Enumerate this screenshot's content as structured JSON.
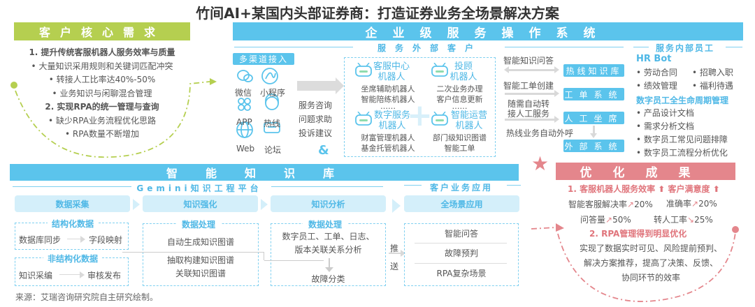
{
  "title": "竹间AI+某国内头部证券商：打造证券业务全场景解决方案",
  "needs": {
    "header": "客户核心需求",
    "h1": "1. 提升传统客服机器人服务效率与质量",
    "b1": "• 大量知识采用规则和关键词匹配冲突",
    "b2": "• 转接人工比率达40%-50%",
    "b3": "• 业务知识与闲聊混合管理",
    "h2": "2. 实现RPA的统一管理与查询",
    "b4": "• 缺少RPA业务流程优化思路",
    "b5": "• RPA数量不断增加"
  },
  "eos": {
    "header": "企业级服务操作系统",
    "external": "服务外部客户",
    "channels_title": "多渠道接入",
    "channels": [
      "微信",
      "小程序",
      "APP",
      "热线",
      "Web",
      "论坛"
    ],
    "services": [
      "服务咨询",
      "问题求助",
      "投诉建议"
    ],
    "amp": "&",
    "robots": [
      {
        "name1": "客服中心",
        "name2": "机器人",
        "items": [
          "坐席辅助机器人",
          "智能陪练机器人"
        ]
      },
      {
        "name1": "投顾",
        "name2": "机器人",
        "items": [
          "二次业务办理",
          "客户信息更新"
        ]
      },
      {
        "name1": "数字服务",
        "name2": "机器人",
        "items": [
          "财富管理机器人",
          "基金托管机器人"
        ]
      },
      {
        "name1": "智能运营",
        "name2": "机器人",
        "items": [
          "部门级知识图谱",
          "智能工单"
        ]
      }
    ],
    "ellipsis": "……",
    "flows": [
      "智能知识问答",
      "智能工单创建",
      "随需自动转",
      "接人工服务",
      "热线业务自动外呼"
    ],
    "systems": [
      "热线知识库",
      "工单系统",
      "人工坐席",
      "外部系统"
    ],
    "internal": "服务内部员工",
    "hrbot": "HR Bot",
    "hr_items": [
      "• 劳动合同",
      "• 招聘入职",
      "• 绩效管理",
      "• 福利待遇"
    ],
    "lifecycle": "数字员工全生命周期管理",
    "lc_items": [
      "• 产品设计文档",
      "• 需求分析文档",
      "• 数字员工常见问题排障",
      "• 数字员工流程分析优化"
    ]
  },
  "kb": {
    "header": "智能知识库",
    "platform": "Gemini知识工程平台",
    "app_title": "客户业务应用",
    "steps": [
      "数据采集",
      "知识强化",
      "知识分析",
      "全场景应用"
    ],
    "structured": "结构化数据",
    "s1a": "数据库同步",
    "s1b": "字段映射",
    "unstructured": "非结构化数据",
    "s2a": "知识采编",
    "s2b": "审核发布",
    "proc": "数据处理",
    "p1": "自动生成知识图谱",
    "p2": "抽取构建知识图谱",
    "p3": "关联知识图谱",
    "proc2": "数据处理",
    "a1": "数字员工、工单、日志、",
    "a2": "版本关联关系分析",
    "a3": "故障分类",
    "push1": "推",
    "push2": "送",
    "apps": [
      "智能问答",
      "故障预判",
      "RPA复杂场景"
    ]
  },
  "results": {
    "header": "优化成果",
    "h1a": "1. 客服机器人服务效率",
    "h1b": "客户满意度",
    "m1": "智能客服解决率",
    "v1": "20%",
    "m2": "准确率",
    "v2": "20%",
    "m3": "问答量",
    "v3": "50%",
    "m4": "转人工率",
    "v4": "25%",
    "h2": "2. RPA管理得到明显优化",
    "t1": "实现了数据实时可见、风险提前预判、",
    "t2": "解决方案推荐，提高了决策、反馈、",
    "t3": "协同环节的效率"
  },
  "source": "来源：艾瑞咨询研究院自主研究绘制。",
  "colors": {
    "green": "#b5cf50",
    "blue": "#5bc4ec",
    "pink": "#e4868c"
  }
}
